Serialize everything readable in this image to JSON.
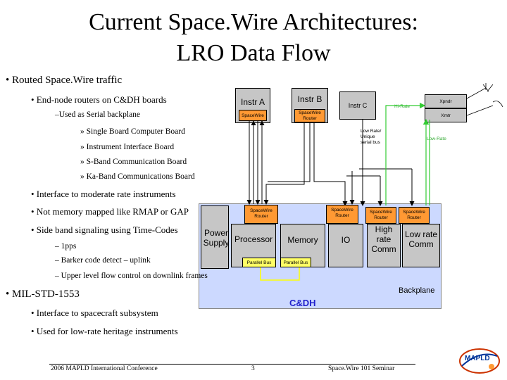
{
  "slide": {
    "title_line1": "Current Space.Wire Architectures:",
    "title_line2": "LRO Data Flow"
  },
  "bullets": {
    "routed": "• Routed Space.Wire traffic",
    "end_node": "• End-node routers on C&DH boards",
    "serial_backplane": "–Used as Serial backplane",
    "sbc": "» Single Board Computer Board",
    "iib": "» Instrument Interface Board",
    "sband": "» S-Band Communication Board",
    "kaband": "» Ka-Band Communications Board",
    "interface_moderate": "• Interface to moderate rate instruments",
    "not_memory": "• Not memory mapped like RMAP or GAP",
    "side_band": "• Side band signaling using Time-Codes",
    "pps": "– 1pps",
    "barker": "– Barker code detect – uplink",
    "upper_flow": "– Upper level flow control on downlink frames",
    "mil_std": "• MIL-STD-1553",
    "interface_sc": "• Interface to spacecraft subsystem",
    "low_rate_heritage": "• Used for low-rate heritage instruments"
  },
  "diagram": {
    "instr_a": "Instr A",
    "instr_b": "Instr B",
    "instr_c": "Instr C",
    "spacewire_a": "SpaceWire",
    "spacewire_router_b1": "SpaceWire",
    "spacewire_router_b2": "Router",
    "low_rate_unique_1": "Low Rate/",
    "low_rate_unique_2": "Unique",
    "low_rate_unique_3": "serial bus",
    "xpndr": "Xpndr",
    "xmtr": "Xmtr",
    "hi_rate": "Hi-Rate",
    "low_rate": "Low-Rate",
    "cdh_router1_a": "SpaceWire",
    "cdh_router1_b": "Router",
    "cdh_router2_a": "SpaceWire",
    "cdh_router2_b": "Router",
    "cdh_router3_a": "SpaceWire",
    "cdh_router3_b": "Router",
    "cdh_router4_a": "SpaceWire",
    "cdh_router4_b": "Router",
    "power_1": "Power",
    "power_2": "Supply",
    "processor": "Processor",
    "memory": "Memory",
    "io": "IO",
    "high_rate_1": "High",
    "high_rate_2": "rate",
    "high_rate_3": "Comm",
    "low_rate_comm_1": "Low rate",
    "low_rate_comm_2": "Comm",
    "parallel_bus_1": "Parallel Bus",
    "parallel_bus_2": "Parallel Bus",
    "backplane": "Backplane",
    "cdh": "C&DH"
  },
  "footer": {
    "conference": "2006 MAPLD International Conference",
    "page": "3",
    "seminar": "Space.Wire 101 Seminar"
  },
  "logo": {
    "text": "MAPLD"
  },
  "colors": {
    "router_orange": "#ff9933",
    "board_gray": "#c6c6c6",
    "backplane_blue": "#ccd9ff",
    "cdh_blue": "#2222cc",
    "bus_yellow": "#ffff00",
    "link_green": "#33cc33"
  }
}
